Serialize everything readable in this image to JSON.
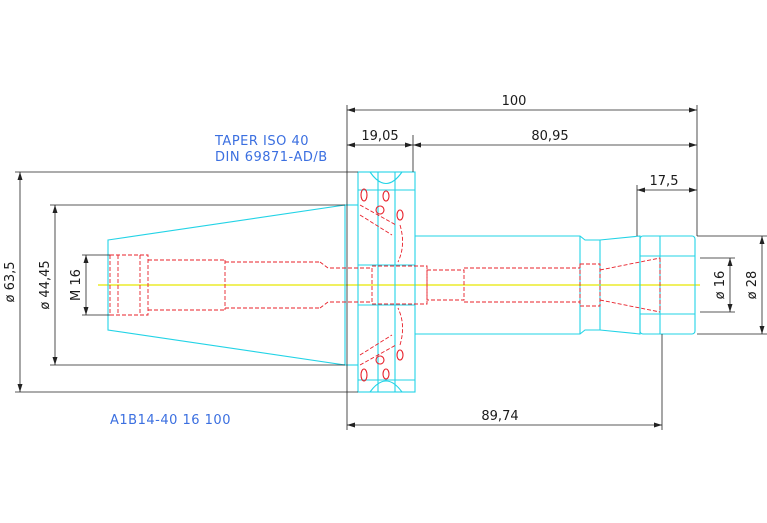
{
  "colors": {
    "background": "#ffffff",
    "outline": "#22d3e6",
    "hidden_lines": "#e8202a",
    "centerline": "#e6e600",
    "dimension": "#222222",
    "annotation": "#3b6fe0"
  },
  "annotations": {
    "taper_line1": "TAPER ISO 40",
    "taper_line2": "DIN 69871-AD/B",
    "part_code": "A1B14-40 16 100"
  },
  "dimensions": {
    "overall_length": "100",
    "flange_length": "19,05",
    "body_length": "80,95",
    "nut_length": "17,5",
    "gauge_length": "89,74",
    "dia_flange": "ø 63,5",
    "dia_taper": "ø 44,45",
    "thread": "M 16",
    "dia_bore": "ø 16",
    "dia_nut": "ø 28"
  }
}
